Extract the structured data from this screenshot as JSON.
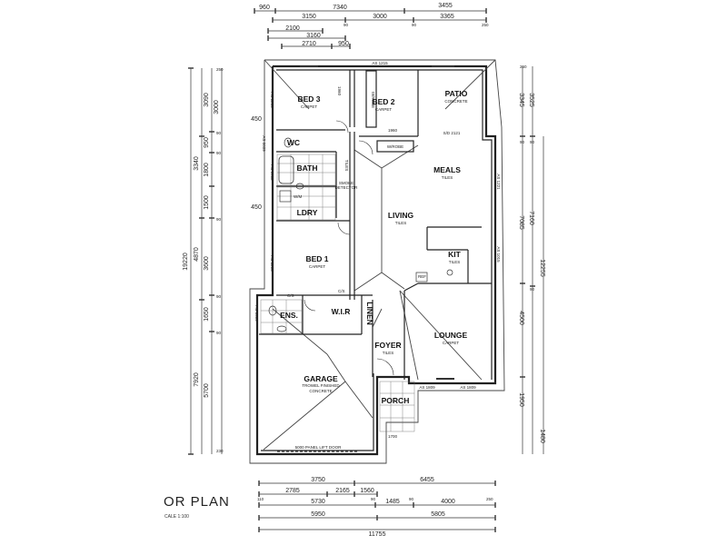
{
  "title": "OR PLAN",
  "scale": "CALE  1:100",
  "rooms": {
    "bed3": {
      "name": "BED 3",
      "finish": "CARPET"
    },
    "bed2": {
      "name": "BED 2",
      "finish": "CARPET"
    },
    "patio": {
      "name": "PATIO",
      "finish": "CONCRETE"
    },
    "wc": {
      "name": "WC"
    },
    "bath": {
      "name": "BATH"
    },
    "ldry": {
      "name": "LDRY"
    },
    "meals": {
      "name": "MEALS",
      "finish": "TILES"
    },
    "living": {
      "name": "LIVING",
      "finish": "TILES"
    },
    "kit": {
      "name": "KIT",
      "finish": "TILES"
    },
    "bed1": {
      "name": "BED 1",
      "finish": "CARPET"
    },
    "ens": {
      "name": "ENS."
    },
    "wir": {
      "name": "W.I.R"
    },
    "linen": {
      "name": "LINEN"
    },
    "lounge": {
      "name": "LOUNGE",
      "finish": "CARPET"
    },
    "foyer": {
      "name": "FOYER",
      "finish": "TILES"
    },
    "garage": {
      "name": "GARAGE",
      "finish": "TROWEL FINISHED",
      "finish2": "CONCRETE"
    },
    "porch": {
      "name": "PORCH"
    }
  },
  "labels": {
    "wrobe_bed2": "W/ROBE",
    "wrobe_main": "W/ROBE",
    "tiles_bath": "TILES",
    "smoke": "SMOKE",
    "detector": "DETECTOR",
    "wm": "W/M",
    "ref": "REF",
    "cs1": "C/S",
    "cs2": "C/S",
    "door": "5000 PANEL LIFT DOOR",
    "as_top": "AS 1215",
    "sd": "S/D 2121",
    "as_right1": "AS 1221",
    "as_right2": "AS 1015",
    "as_b1": "AS 1809",
    "as_b2": "AS 1809",
    "as_left1": "AS 1215",
    "as_left2": "AS 0612",
    "as_left3": "AS 1215",
    "as_left4": "AS 0609",
    "as_left5": "AS 0609",
    "dim_1960a": "1960",
    "dim_1960b": "1960",
    "dim_1700": "1700"
  },
  "dims_top": {
    "r1": [
      "960",
      "7340",
      "3455"
    ],
    "r2": [
      "3150",
      "3000",
      "3365"
    ],
    "r2b": [
      "90",
      "90",
      "250"
    ],
    "r3": [
      "2100",
      "3160",
      "2710",
      "950"
    ]
  },
  "dims_bottom": {
    "r1": [
      "3750",
      "6455"
    ],
    "r2": [
      "2785",
      "2165",
      "1560"
    ],
    "r3": [
      "5730",
      "1485",
      "4000"
    ],
    "r3b": [
      "110",
      "90",
      "90",
      "250"
    ],
    "r4": [
      "5950",
      "5805"
    ],
    "r5": "11755"
  },
  "dims_left": {
    "outer": "19220",
    "mid": [
      "3340",
      "4870",
      "7920"
    ],
    "inner": [
      "3090",
      "950",
      "1800",
      "1500",
      "3600",
      "1650",
      "5700"
    ],
    "inner2": [
      "3000",
      "90",
      "90",
      "90",
      "90",
      "90"
    ],
    "side": [
      "450",
      "450"
    ],
    "small": [
      "250",
      "230"
    ]
  },
  "dims_right": {
    "a": [
      "3345",
      "7085",
      "4500",
      "1950"
    ],
    "b": [
      "3525",
      "7160"
    ],
    "c": "12255",
    "d": [
      "250",
      "90",
      "90",
      "90",
      "1480"
    ]
  }
}
